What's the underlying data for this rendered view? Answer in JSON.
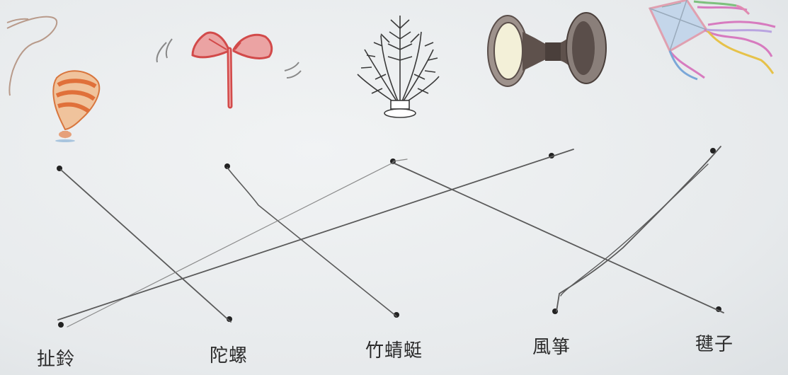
{
  "worksheet": {
    "labels": [
      "扯鈴",
      "陀螺",
      "竹蜻蜓",
      "風箏",
      "毽子"
    ],
    "pictures": [
      {
        "id": "spinning-top",
        "icon": "spinning-top-icon"
      },
      {
        "id": "bamboo-dragonfly",
        "icon": "bamboo-dragonfly-icon"
      },
      {
        "id": "shuttlecock",
        "icon": "shuttlecock-icon"
      },
      {
        "id": "diabolo",
        "icon": "diabolo-icon"
      },
      {
        "id": "kite",
        "icon": "kite-icon"
      }
    ],
    "matches": [
      {
        "from_picture": 0,
        "to_label": 1
      },
      {
        "from_picture": 1,
        "to_label": 2
      },
      {
        "from_picture": 2,
        "to_label": 4
      },
      {
        "from_picture": 3,
        "to_label": 0
      },
      {
        "from_picture": 4,
        "to_label": 3
      }
    ],
    "colors": {
      "paper": "#eceef0",
      "pencil": "#5a5a5a",
      "dot": "#222222",
      "top": "#e07a45",
      "dragonfly": "#d84a4a",
      "diabolo": "#5a4e4a",
      "kite": "#b9cfe6"
    }
  }
}
